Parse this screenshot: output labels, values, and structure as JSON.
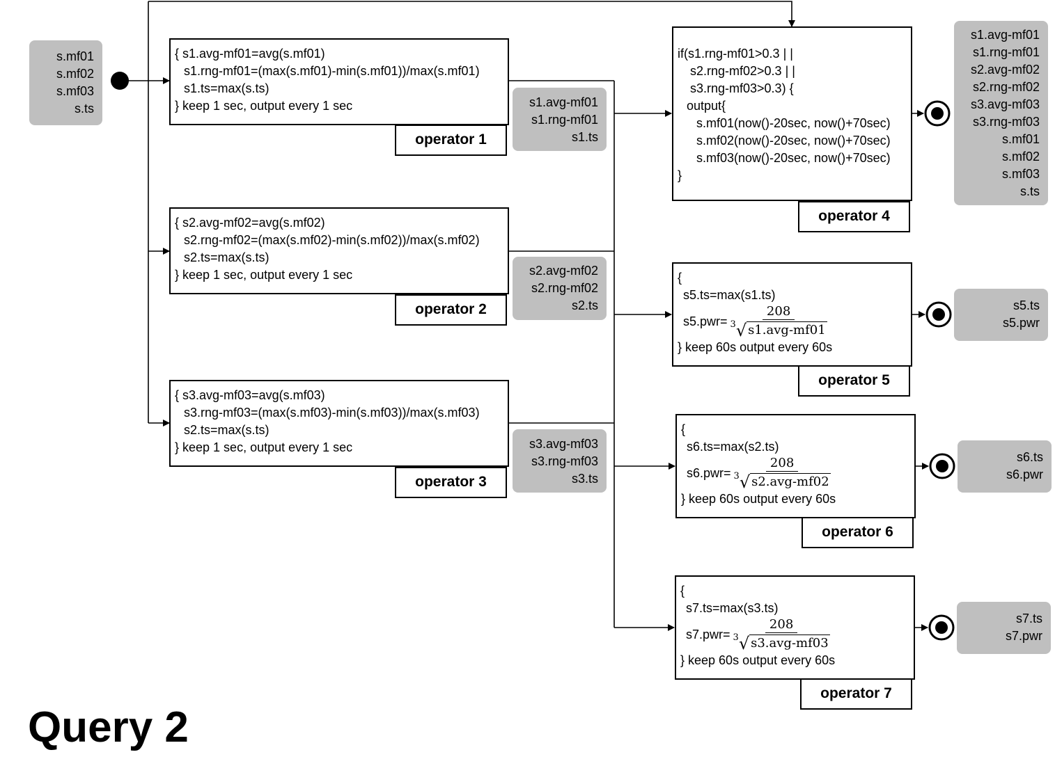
{
  "title": "Query 2",
  "input_fields": [
    "s.mf01",
    "s.mf02",
    "s.mf03",
    "s.ts"
  ],
  "operators": [
    {
      "label": "operator 1",
      "lines": [
        "{  s1.avg-mf01=avg(s.mf01)",
        "s1.rng-mf01=(max(s.mf01)-min(s.mf01))/max(s.mf01)",
        "s1.ts=max(s.ts)",
        "} keep 1 sec, output every 1 sec"
      ],
      "outputs": [
        "s1.avg-mf01",
        "s1.rng-mf01",
        "s1.ts"
      ]
    },
    {
      "label": "operator 2",
      "lines": [
        "{  s2.avg-mf02=avg(s.mf02)",
        "s2.rng-mf02=(max(s.mf02)-min(s.mf02))/max(s.mf02)",
        "s2.ts=max(s.ts)",
        "} keep 1 sec, output every 1 sec"
      ],
      "outputs": [
        "s2.avg-mf02",
        "s2.rng-mf02",
        "s2.ts"
      ]
    },
    {
      "label": "operator 3",
      "lines": [
        "{  s3.avg-mf03=avg(s.mf03)",
        "s3.rng-mf03=(max(s.mf03)-min(s.mf03))/max(s.mf03)",
        "s2.ts=max(s.ts)",
        "} keep 1 sec, output every 1 sec"
      ],
      "outputs": [
        "s3.avg-mf03",
        "s3.rng-mf03",
        "s3.ts"
      ]
    },
    {
      "label": "operator 4",
      "lines": [
        "if(s1.rng-mf01>0.3 | |",
        "s2.rng-mf02>0.3 | |",
        "s3.rng-mf03>0.3) {",
        "output{",
        "s.mf01(now()-20sec, now()+70sec)",
        "s.mf02(now()-20sec, now()+70sec)",
        "s.mf03(now()-20sec, now()+70sec)",
        "}"
      ],
      "outputs": [
        "s1.avg-mf01",
        "s1.rng-mf01",
        "s2.avg-mf02",
        "s2.rng-mf02",
        "s3.avg-mf03",
        "s3.rng-mf03",
        "s.mf01",
        "s.mf02",
        "s.mf03",
        "s.ts"
      ]
    },
    {
      "label": "operator 5",
      "open": "{",
      "ts_line": "s5.ts=max(s1.ts)",
      "pwr_label": "s5.pwr=",
      "numerator": "208",
      "root_index": "3",
      "radicand": "s1.avg-mf01",
      "close": "} keep 60s output every 60s",
      "outputs": [
        "s5.ts",
        "s5.pwr"
      ]
    },
    {
      "label": "operator 6",
      "open": "{",
      "ts_line": "s6.ts=max(s2.ts)",
      "pwr_label": "s6.pwr=",
      "numerator": "208",
      "root_index": "3",
      "radicand": "s2.avg-mf02",
      "close": "} keep 60s output every 60s",
      "outputs": [
        "s6.ts",
        "s6.pwr"
      ]
    },
    {
      "label": "operator 7",
      "open": "{",
      "ts_line": "s7.ts=max(s3.ts)",
      "pwr_label": "s7.pwr=",
      "numerator": "208",
      "root_index": "3",
      "radicand": "s3.avg-mf03",
      "close": "} keep 60s output every 60s",
      "outputs": [
        "s7.ts",
        "s7.pwr"
      ]
    }
  ]
}
